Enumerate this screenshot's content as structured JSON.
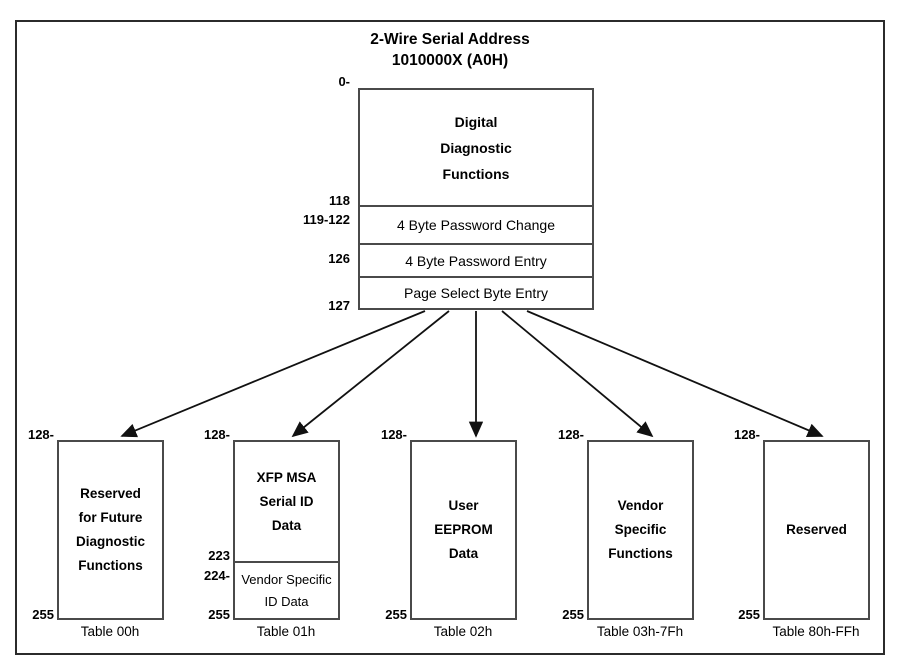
{
  "diagram": {
    "title_line1": "2-Wire Serial Address",
    "title_line2": "1010000X (A0H)",
    "main_box": {
      "address_labels": {
        "start": "0-",
        "l118": "118",
        "l119_122": "119-122",
        "l126": "126",
        "l127": "127"
      },
      "segments": [
        {
          "lines": [
            "Digital",
            "Diagnostic",
            "Functions"
          ]
        },
        {
          "label": "4 Byte Password Change"
        },
        {
          "label": "4 Byte Password Entry"
        },
        {
          "label": "Page Select Byte Entry"
        }
      ]
    },
    "tables": [
      {
        "addr_top": "128-",
        "addr_bottom": "255",
        "caption": "Table 00h",
        "split": false,
        "lines": [
          "Reserved",
          "for Future",
          "Diagnostic",
          "Functions"
        ]
      },
      {
        "addr_top": "128-",
        "addr_mid_top": "223",
        "addr_mid_bottom": "224-",
        "addr_bottom": "255",
        "caption": "Table 01h",
        "split": true,
        "lines": [
          "XFP MSA",
          "Serial ID",
          "Data"
        ],
        "lines_lower": [
          "Vendor Specific",
          "ID Data"
        ]
      },
      {
        "addr_top": "128-",
        "addr_bottom": "255",
        "caption": "Table 02h",
        "split": false,
        "lines": [
          "User",
          "EEPROM",
          "Data"
        ]
      },
      {
        "addr_top": "128-",
        "addr_bottom": "255",
        "caption": "Table 03h-7Fh",
        "split": false,
        "lines": [
          "Vendor",
          "Specific",
          "Functions"
        ]
      },
      {
        "addr_top": "128-",
        "addr_bottom": "255",
        "caption": "Table 80h-FFh",
        "split": false,
        "lines": [
          "Reserved"
        ]
      }
    ],
    "colors": {
      "frame": "#2b2b2b",
      "box_border": "#4a4a4a",
      "text": "#000000",
      "background": "#ffffff"
    }
  }
}
